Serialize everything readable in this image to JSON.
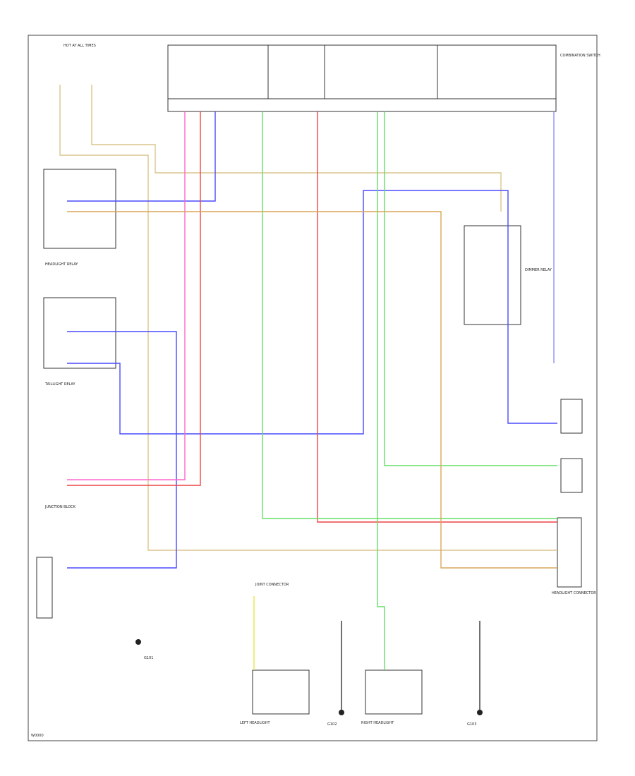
{
  "labels": {
    "switch_top": "HOT AT ALL TIMES",
    "cluster_top": "COMBINATION SWITCH",
    "relay_left_top": "HEADLIGHT RELAY",
    "relay_left_bottom": "TAILLIGHT RELAY",
    "relay_right": "DIMMER RELAY",
    "junction_block": "JUNCTION BLOCK",
    "ground_left": "G101",
    "lamp_left": "LEFT HEADLIGHT",
    "lamp_right": "RIGHT HEADLIGHT",
    "ground_mid": "G102",
    "ground_right": "G103",
    "connector_right": "HEADLIGHT CONNECTOR",
    "connector_mid": "JOINT CONNECTOR",
    "corner": "W0000"
  },
  "colors": {
    "wire_tan": "#d8c68c",
    "wire_blue": "#4a4aff",
    "wire_pink": "#ff66cc",
    "wire_red": "#ee4444",
    "wire_green": "#66dd66",
    "wire_yellow": "#e6e64c",
    "wire_lightblue": "#8f8fff",
    "wire_orange": "#d9a55a"
  }
}
